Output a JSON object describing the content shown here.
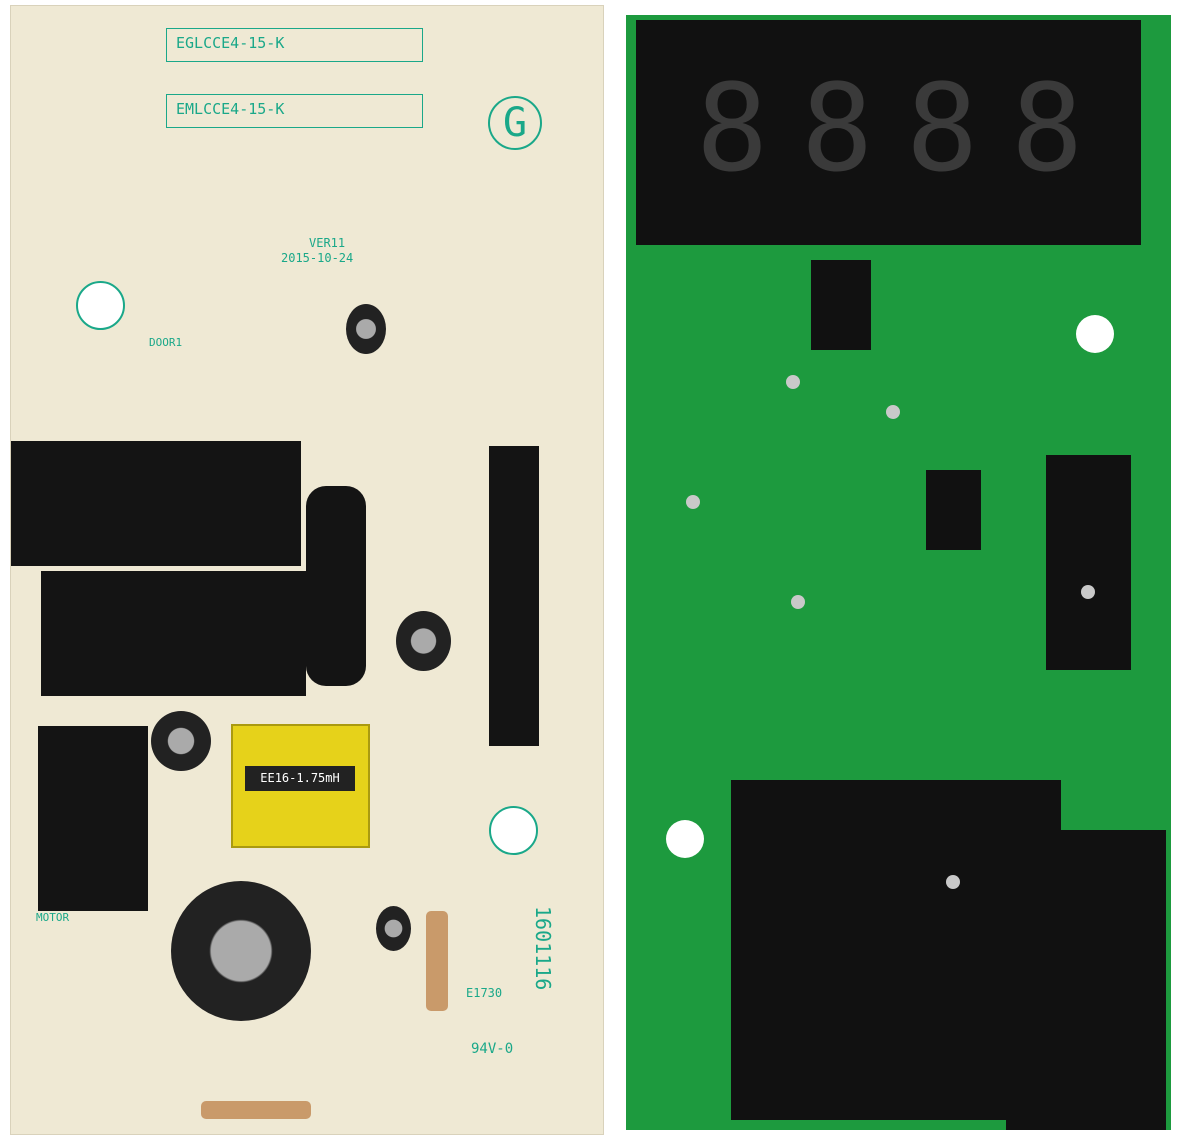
{
  "left_board": {
    "part_label_1": "EGLCCE4-15-K",
    "part_label_2": "EMLCCE4-15-K",
    "logo_letter": "G",
    "version": "VER11",
    "date": "2015-10-24",
    "door_label": "DOOR1",
    "motor_label": "MOTOR",
    "transformer_label": "EE16-1.75mH",
    "rating": "94V-0",
    "code": "1601116",
    "cert": "E1730"
  },
  "right_board": {
    "display_digits": [
      "8",
      "8",
      "8",
      "8"
    ],
    "colors": {
      "board": "#1d9a3e",
      "display": "#111111"
    }
  }
}
